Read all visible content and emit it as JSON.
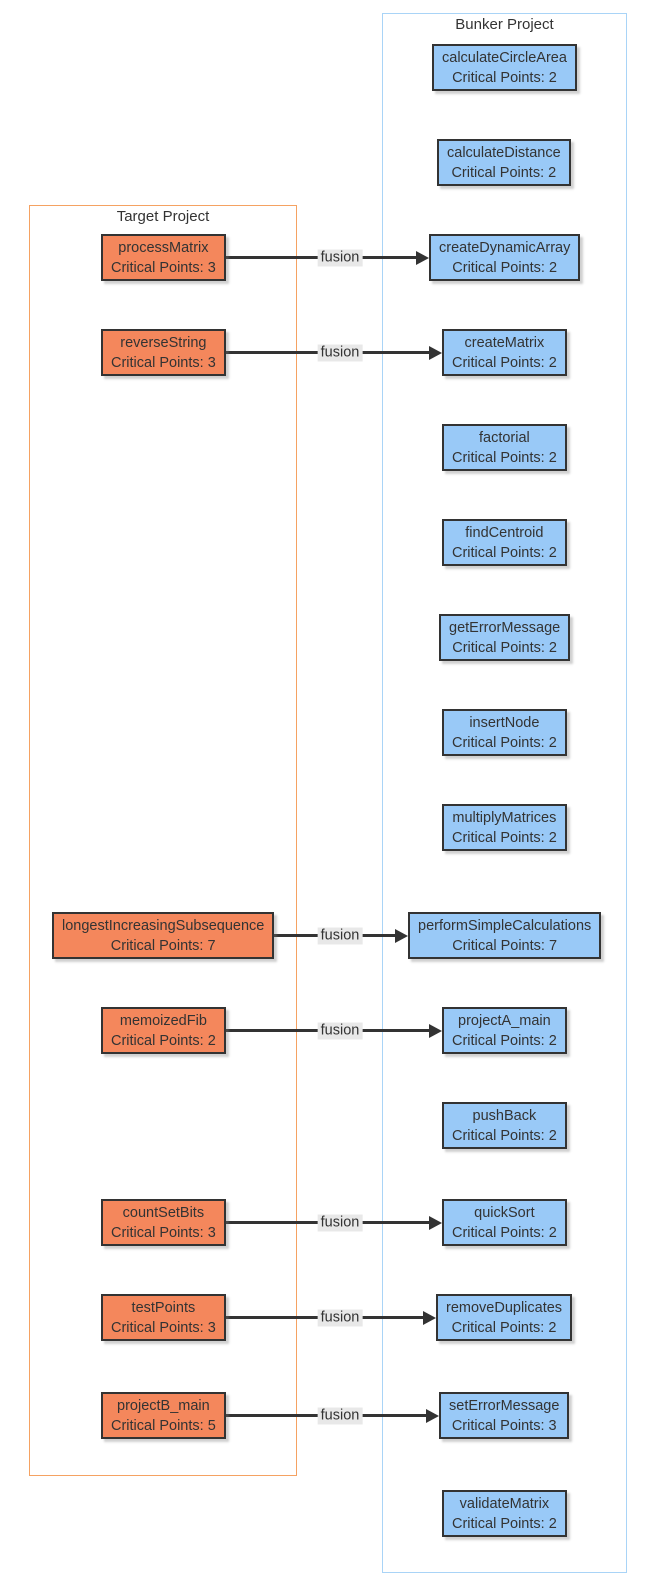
{
  "diagram": {
    "target_project": {
      "title": "Target Project",
      "nodes": [
        {
          "name": "processMatrix",
          "critical_points": 3,
          "cp_label": "Critical Points: 3"
        },
        {
          "name": "reverseString",
          "critical_points": 3,
          "cp_label": "Critical Points: 3"
        },
        {
          "name": "longestIncreasingSubsequence",
          "critical_points": 7,
          "cp_label": "Critical Points: 7"
        },
        {
          "name": "memoizedFib",
          "critical_points": 2,
          "cp_label": "Critical Points: 2"
        },
        {
          "name": "countSetBits",
          "critical_points": 3,
          "cp_label": "Critical Points: 3"
        },
        {
          "name": "testPoints",
          "critical_points": 3,
          "cp_label": "Critical Points: 3"
        },
        {
          "name": "projectB_main",
          "critical_points": 5,
          "cp_label": "Critical Points: 5"
        }
      ]
    },
    "bunker_project": {
      "title": "Bunker Project",
      "nodes": [
        {
          "name": "calculateCircleArea",
          "critical_points": 2,
          "cp_label": "Critical Points: 2"
        },
        {
          "name": "calculateDistance",
          "critical_points": 2,
          "cp_label": "Critical Points: 2"
        },
        {
          "name": "createDynamicArray",
          "critical_points": 2,
          "cp_label": "Critical Points: 2"
        },
        {
          "name": "createMatrix",
          "critical_points": 2,
          "cp_label": "Critical Points: 2"
        },
        {
          "name": "factorial",
          "critical_points": 2,
          "cp_label": "Critical Points: 2"
        },
        {
          "name": "findCentroid",
          "critical_points": 2,
          "cp_label": "Critical Points: 2"
        },
        {
          "name": "getErrorMessage",
          "critical_points": 2,
          "cp_label": "Critical Points: 2"
        },
        {
          "name": "insertNode",
          "critical_points": 2,
          "cp_label": "Critical Points: 2"
        },
        {
          "name": "multiplyMatrices",
          "critical_points": 2,
          "cp_label": "Critical Points: 2"
        },
        {
          "name": "performSimpleCalculations",
          "critical_points": 7,
          "cp_label": "Critical Points: 7"
        },
        {
          "name": "projectA_main",
          "critical_points": 2,
          "cp_label": "Critical Points: 2"
        },
        {
          "name": "pushBack",
          "critical_points": 2,
          "cp_label": "Critical Points: 2"
        },
        {
          "name": "quickSort",
          "critical_points": 2,
          "cp_label": "Critical Points: 2"
        },
        {
          "name": "removeDuplicates",
          "critical_points": 2,
          "cp_label": "Critical Points: 2"
        },
        {
          "name": "setErrorMessage",
          "critical_points": 3,
          "cp_label": "Critical Points: 3"
        },
        {
          "name": "validateMatrix",
          "critical_points": 2,
          "cp_label": "Critical Points: 2"
        }
      ]
    },
    "edges": [
      {
        "source": "processMatrix",
        "target": "createDynamicArray",
        "label": "fusion"
      },
      {
        "source": "reverseString",
        "target": "createMatrix",
        "label": "fusion"
      },
      {
        "source": "longestIncreasingSubsequence",
        "target": "performSimpleCalculations",
        "label": "fusion"
      },
      {
        "source": "memoizedFib",
        "target": "projectA_main",
        "label": "fusion"
      },
      {
        "source": "countSetBits",
        "target": "quickSort",
        "label": "fusion"
      },
      {
        "source": "testPoints",
        "target": "removeDuplicates",
        "label": "fusion"
      },
      {
        "source": "projectB_main",
        "target": "setErrorMessage",
        "label": "fusion"
      }
    ],
    "colors": {
      "text": "#333333",
      "node_stroke": "#333333",
      "edge": "#333333",
      "edge_label_bg": "#e8e8e8",
      "target_fill": "#f4875c",
      "target_border": "#f5a262",
      "bunker_fill": "#99c9f7",
      "bunker_border": "#a9d4f7"
    }
  }
}
